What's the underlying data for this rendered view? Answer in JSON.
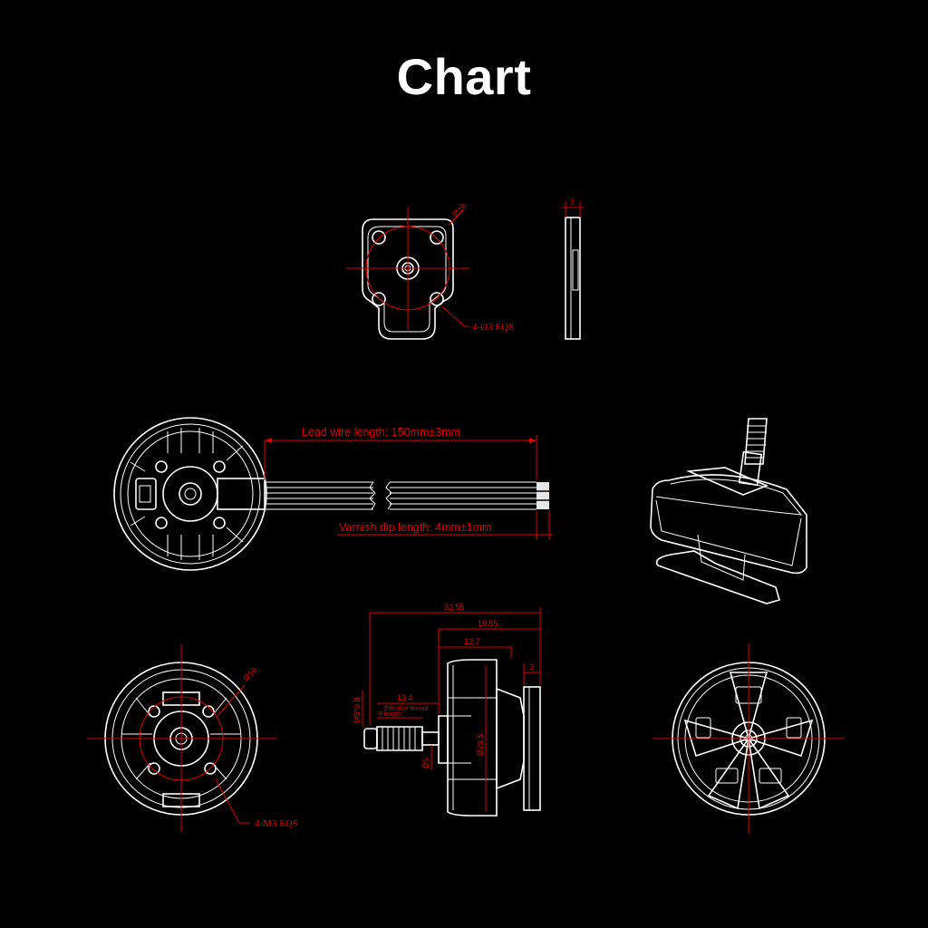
{
  "title": "Chart",
  "labels": {
    "mount_dia": "Ø16",
    "mount_thickness": "3",
    "mount_holes": "4-Ø3 EQS",
    "lead_wire": "Lead wire length: 150mm±3mm",
    "varnish_dip": "Varnish dip length: 4mm±1mm",
    "overall_length": "32.55",
    "body_length": "19.55",
    "stator_length": "12.7",
    "base_thickness": "3",
    "shaft_thread": "M5*0.8",
    "shaft_length": "13.4",
    "effective_thread": "Effective thread",
    "thread_length": "9 length",
    "bell_dia": "Ø29.5",
    "shaft_dia": "Ø5",
    "bottom_hole_dia": "Ø16",
    "bottom_holes": "4-M3 EQS"
  },
  "colors": {
    "background": "#000000",
    "line": "#ffffff",
    "dimension": "#e00000"
  }
}
